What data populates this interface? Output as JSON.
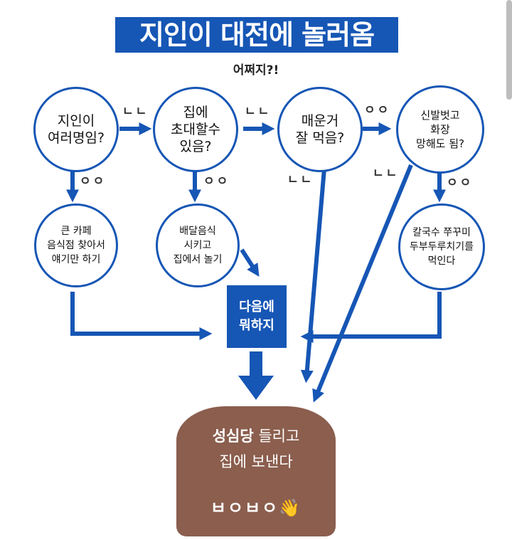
{
  "title": "지인이 대전에 놀러옴",
  "subtitle": "어쩌지?!",
  "questions": [
    "지인이\n여러명임?",
    "집에\n초대할수\n있음?",
    "매운거\n잘 먹음?",
    "신발벗고\n화장\n망해도 됨?"
  ],
  "answers": [
    "큰 카페\n음식점 찾아서\n얘기만 하기",
    "배달음식\n시키고\n집에서 놀기",
    "칼국수 쭈꾸미\n두부두루치기를\n먹인다"
  ],
  "labels": {
    "no": "ㄴㄴ",
    "yes": "ㅇㅇ"
  },
  "next_box": "다음에\n뭐하지",
  "final": {
    "bold": "성심당",
    "rest": " 들리고",
    "line2": "집에 보낸다",
    "bye": "ㅂㅇㅂㅇ",
    "emoji": "👋"
  },
  "colors": {
    "blue": "#1656b5",
    "brown": "#8b5e4e"
  }
}
